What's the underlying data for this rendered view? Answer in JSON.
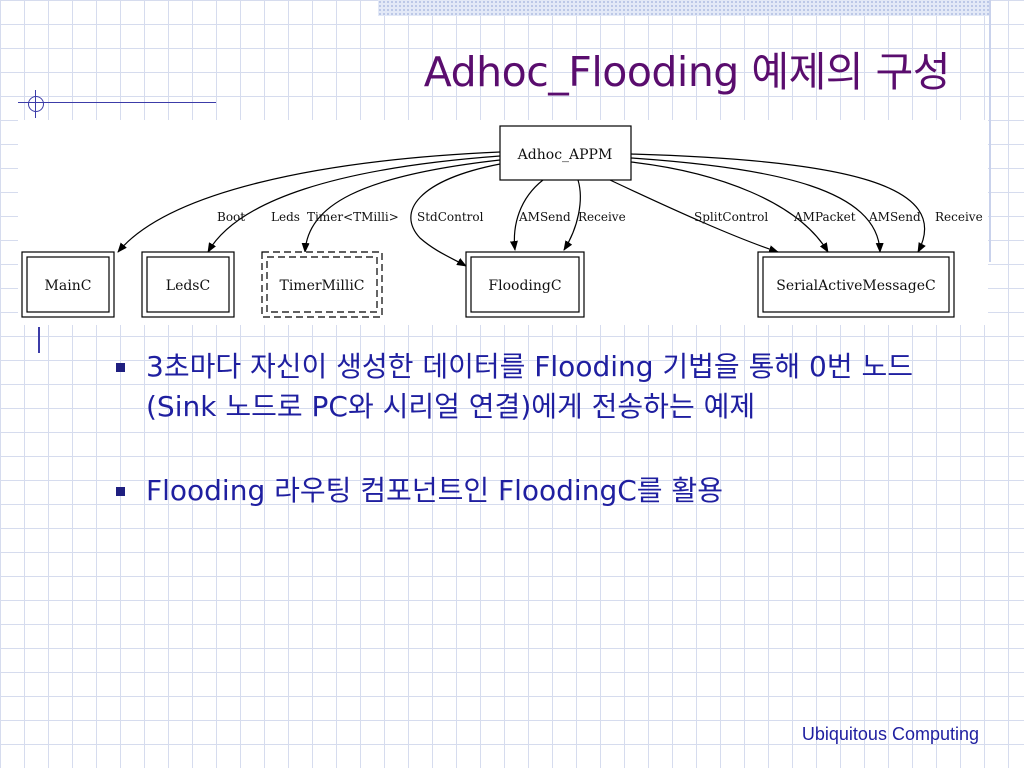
{
  "slide": {
    "title": "Adhoc_Flooding 예제의 구성",
    "bullets": [
      "3초마다 자신이 생성한 데이터를 Flooding 기법을 통해 0번 노드(Sink 노드로 PC와 시리얼 연결)에게 전송하는 예제",
      "Flooding 라우팅 컴포넌트인 FloodingC를 활용"
    ],
    "footer": "Ubiquitous Computing"
  },
  "diagram": {
    "nodes": {
      "app": "Adhoc_APPM",
      "mainc": "MainC",
      "ledsc": "LedsC",
      "timermillic": "TimerMilliC",
      "floodingc": "FloodingC",
      "serialam": "SerialActiveMessageC"
    },
    "edges": {
      "boot": "Boot",
      "leds": "Leds",
      "timer": "Timer<TMilli>",
      "stdcontrol": "StdControl",
      "amsend1": "AMSend",
      "receive1": "Receive",
      "splitcontrol": "SplitControl",
      "ampacket": "AMPacket",
      "amsend2": "AMSend",
      "receive2": "Receive"
    },
    "colors": {
      "line": "#000000",
      "node_fill": "#ffffff"
    }
  }
}
